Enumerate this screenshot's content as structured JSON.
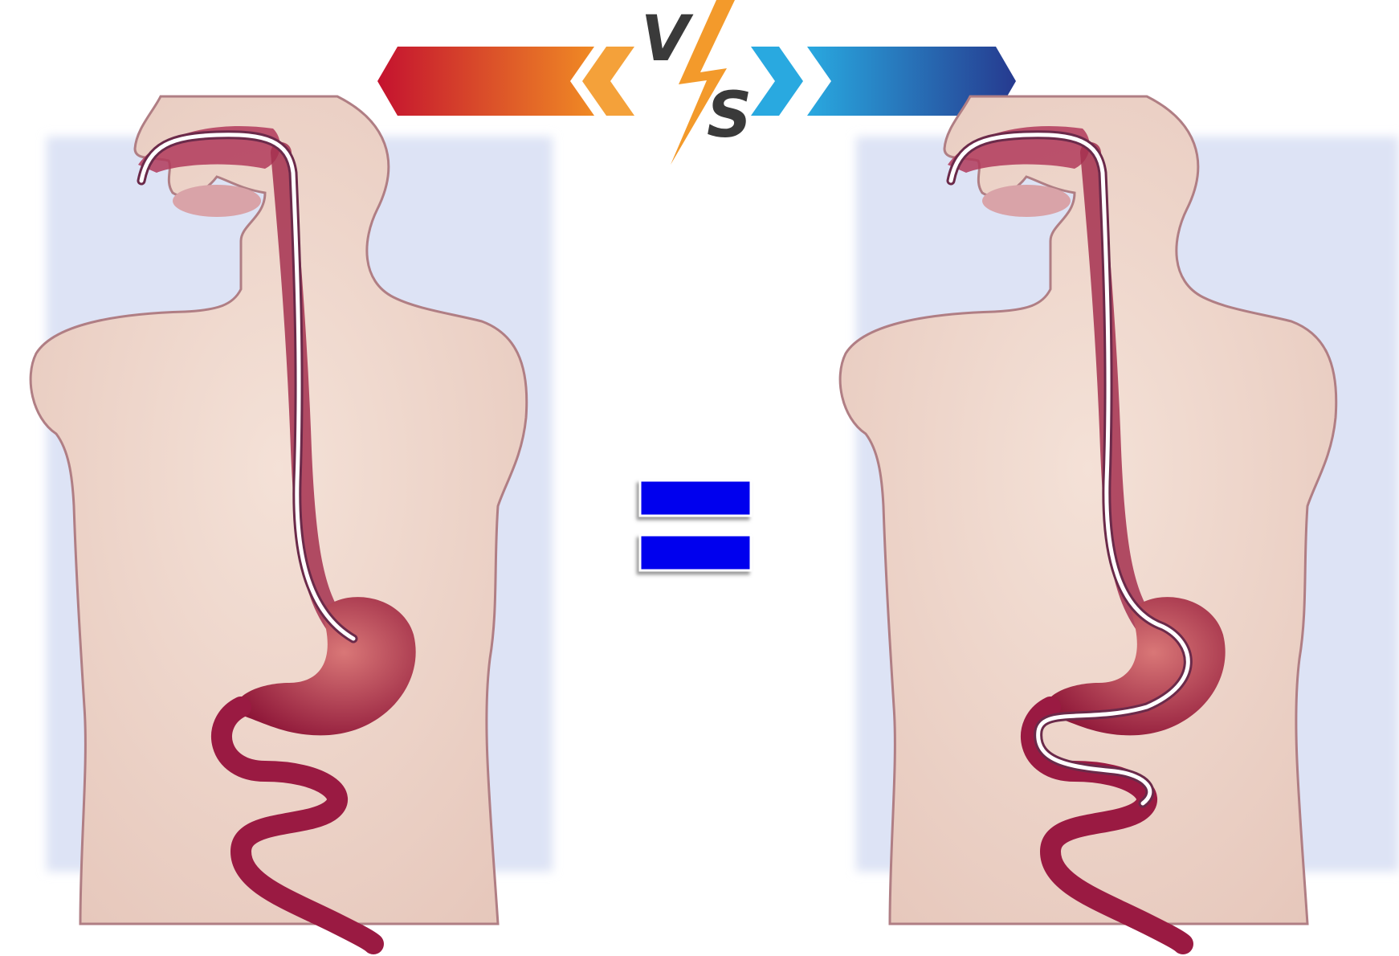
{
  "vs_banner": {
    "v": "V",
    "s": "S"
  },
  "colors": {
    "banner_left_start": "#c4122f",
    "banner_left_end": "#f08a24",
    "banner_right_start": "#29a9e0",
    "banner_right_end": "#263a8f",
    "bolt": "#f39a2b",
    "equals_bars": "#0000ee",
    "backdrop": "#dde3f5",
    "skin": "#efd8cc",
    "outline": "#b07e84",
    "organ": "#9a1a42",
    "tube": "#ffffff"
  },
  "panels": [
    {
      "id": "left",
      "tube_ends_in": "stomach"
    },
    {
      "id": "right",
      "tube_ends_in": "small-intestine"
    }
  ],
  "relation_icon": "equals-sign-icon"
}
